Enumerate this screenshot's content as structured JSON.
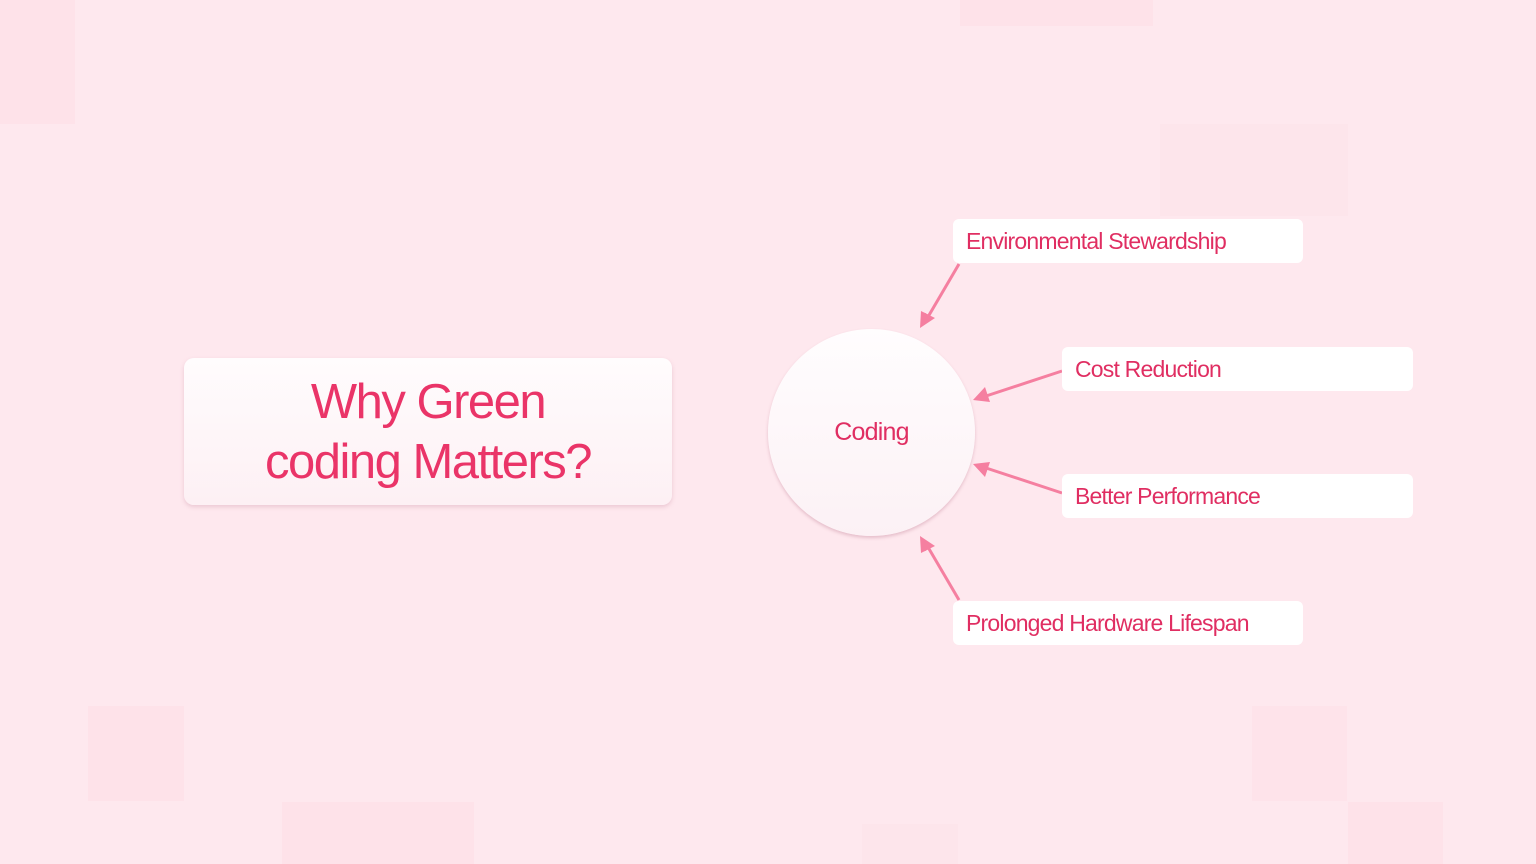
{
  "title": {
    "text": "Why Green\ncoding Matters?"
  },
  "hub": {
    "label": "Coding"
  },
  "benefits": [
    {
      "label": "Environmental Stewardship"
    },
    {
      "label": "Cost Reduction"
    },
    {
      "label": "Better Performance"
    },
    {
      "label": "Prolonged Hardware Lifespan"
    }
  ],
  "colors": {
    "background": "#fee8ee",
    "accent_text": "#e02e62",
    "arrow": "#f57fa0",
    "card": "#ffffff"
  }
}
